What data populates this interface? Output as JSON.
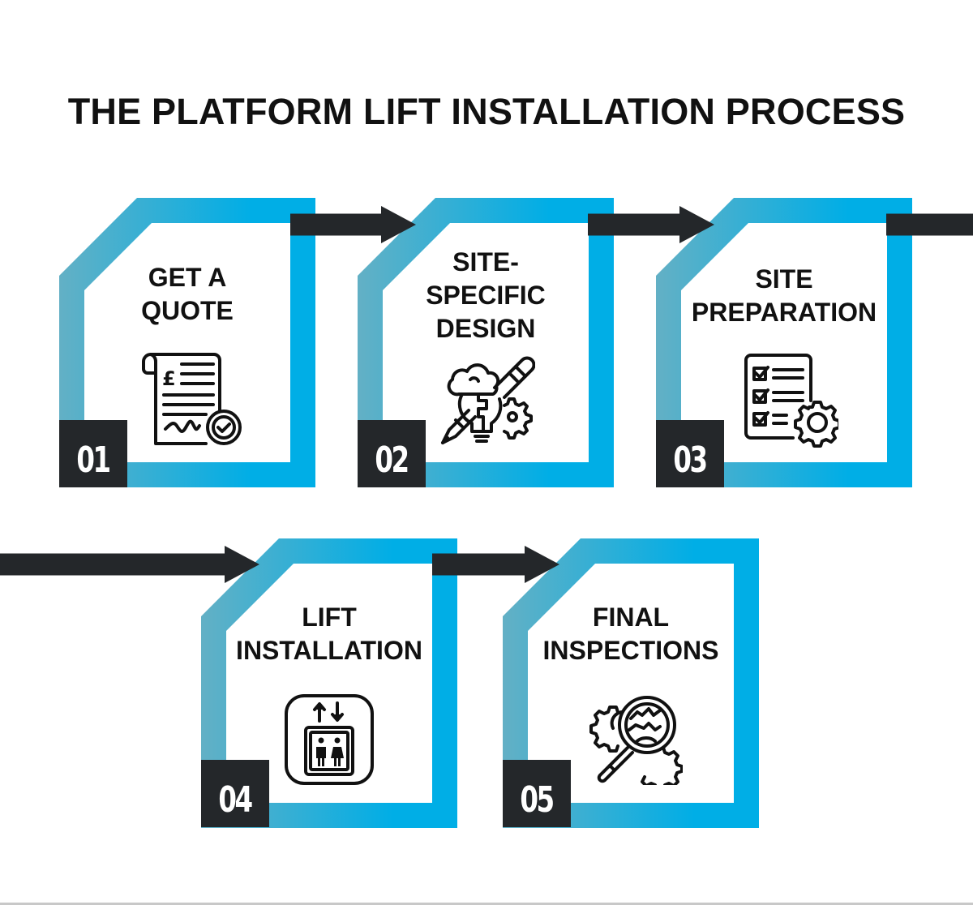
{
  "title": "THE PLATFORM LIFT INSTALLATION PROCESS",
  "colors": {
    "frame_start": "#63b0c5",
    "frame_end": "#00aee6",
    "connector": "#24272a",
    "number_box": "#24272a",
    "text": "#111111"
  },
  "steps": [
    {
      "number": "01",
      "label": "GET A\nQUOTE",
      "icon": "quote-document-icon"
    },
    {
      "number": "02",
      "label": "SITE-\nSPECIFIC\nDESIGN",
      "icon": "design-idea-icon"
    },
    {
      "number": "03",
      "label": "SITE\nPREPARATION",
      "icon": "checklist-gear-icon"
    },
    {
      "number": "04",
      "label": "LIFT\nINSTALLATION",
      "icon": "elevator-icon"
    },
    {
      "number": "05",
      "label": "FINAL\nINSPECTIONS",
      "icon": "inspection-magnifier-icon"
    }
  ]
}
